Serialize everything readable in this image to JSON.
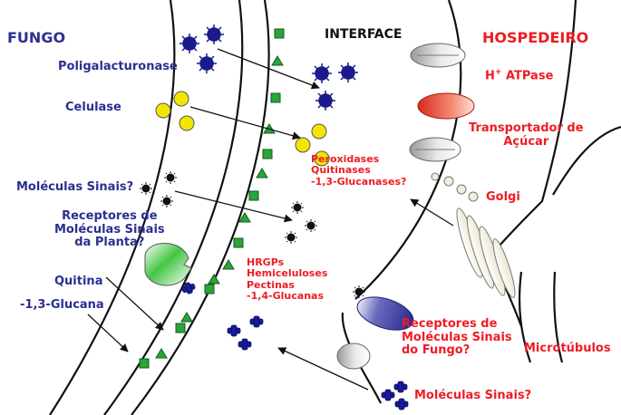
{
  "headers": {
    "fungo": "FUNGO",
    "interface": "INTERFACE",
    "hospedeiro": "HOSPEDEIRO"
  },
  "fungus_labels": {
    "poligalacturonase": "Poligalacturonase",
    "celulase": "Celulase",
    "moleculas_sinais": "Moléculas Sinais?",
    "receptores": "Receptores de\nMoléculas Sinais\nda Planta?",
    "quitina": "Quitina",
    "glucana": "-1,3-Glucana"
  },
  "interface_labels": {
    "peroxidases": "Peroxidases\nQuitinases\n -1,3-Glucanases?",
    "hrgps": "HRGPs\nHemiceluloses\nPectinas\n -1,4-Glucanas"
  },
  "host_labels": {
    "h_plus": "H",
    "h_sup": "+",
    "atpase": " ATPase",
    "transportador": "Transportador de\nAçúcar",
    "golgi": "Golgi",
    "receptores_fungo": "Receptores de\nMoléculas Sinais\ndo Fungo?",
    "microtubulos": "Microtúbulos",
    "moleculas_sinais": "Moléculas Sinais?"
  },
  "colors": {
    "fungus_text": "#2b2f8f",
    "host_text": "#ee1c24",
    "polygalacturonase_particle": "#1a1a8c",
    "cellulase_particle": "#f2e600",
    "chitin_square": "#2aa53a",
    "glucan_triangle": "#2aa53a",
    "transporter": "#e8443a",
    "receptor_fungus": "#3a3aa0",
    "receptor_plant": "#3fbf3f"
  }
}
